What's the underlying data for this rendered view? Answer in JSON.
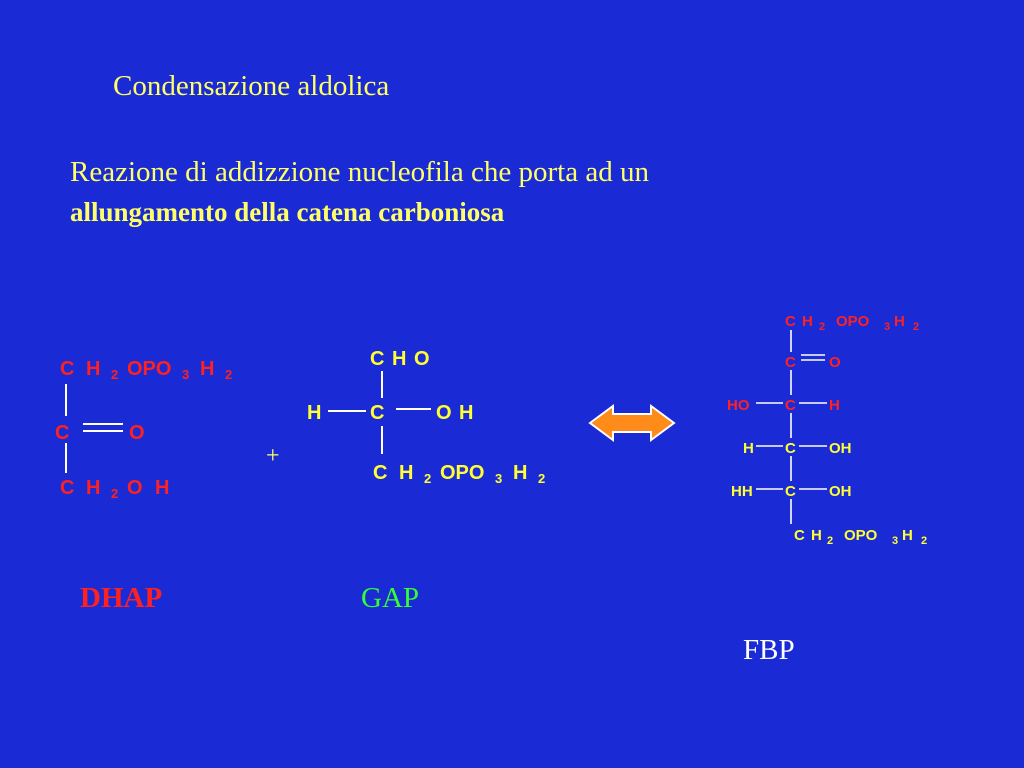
{
  "colors": {
    "background": "#1a2bd6",
    "title": "#ffff66",
    "red": "#ff2020",
    "yellow": "#ffff33",
    "green": "#33ff33",
    "white": "#ffffff",
    "arrow_fill": "#ff8c1a",
    "arrow_stroke": "#ffffff"
  },
  "title": "Condensazione aldolica",
  "subtitle": {
    "line1": "Reazione di addizzione nucleofila che porta ad un",
    "line2": "allungamento della catena carboniosa"
  },
  "plus_sign": "+",
  "dhap": {
    "name": "DHAP",
    "t_c1": "C",
    "t_h1": "H",
    "t_21": "2",
    "t_opo": "OPO",
    "t_3": "3",
    "t_h2": "H",
    "t_22": "2",
    "m_c": "C",
    "m_o": "O",
    "b_c": "C",
    "b_h": "H",
    "b_2": "2",
    "b_o": "O",
    "b_h2": "H"
  },
  "gap": {
    "name": "GAP",
    "top_c": "C",
    "top_h": "H",
    "top_o": "O",
    "m_h": "H",
    "m_c": "C",
    "m_o": "O",
    "m_h2": "H",
    "b_c": "C",
    "b_h": "H",
    "b_2": "2",
    "b_opo": "OPO",
    "b_3": "3",
    "b_h2": "H",
    "b_22": "2"
  },
  "fbp": {
    "name": "FBP",
    "r1_c": "C",
    "r1_h": "H",
    "r1_2": "2",
    "r1_opo": "OPO",
    "r1_3": "3",
    "r1_h2": "H",
    "r1_22": "2",
    "r2_c": "C",
    "r2_o": "O",
    "r3_ho": "HO",
    "r3_c": "C",
    "r3_h": "H",
    "r4_h": "H",
    "r4_c": "C",
    "r4_oh": "OH",
    "r5_hh": "HH",
    "r5_c": "C",
    "r5_oh": "OH",
    "r6_c": "C",
    "r6_h": "H",
    "r6_2": "2",
    "r6_opo": "OPO",
    "r6_3": "3",
    "r6_h2": "H",
    "r6_22": "2"
  }
}
